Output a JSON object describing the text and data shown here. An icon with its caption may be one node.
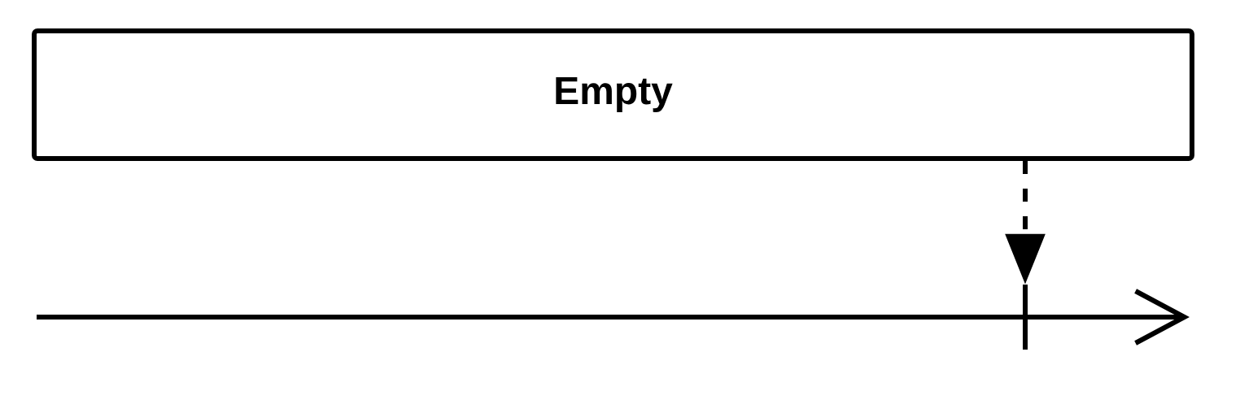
{
  "diagram": {
    "nodes": [
      {
        "text": [
          "Empty"
        ]
      },
      {
        "text": [],
        "shape": "bar"
      }
    ],
    "edges": [
      {
        "from": 0,
        "to": 1,
        "arrow": "to",
        "style": "dashed"
      }
    ]
  }
}
